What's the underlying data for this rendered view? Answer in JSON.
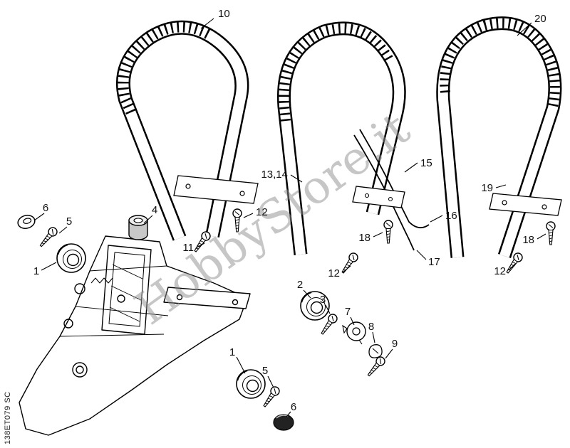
{
  "figure": {
    "watermark": "HobbyStore.it",
    "part_code": "138ET079 SC"
  },
  "callouts": [
    {
      "label": "10"
    },
    {
      "label": "13,14"
    },
    {
      "label": "12"
    },
    {
      "label": "11"
    },
    {
      "label": "6"
    },
    {
      "label": "5"
    },
    {
      "label": "4"
    },
    {
      "label": "1"
    },
    {
      "label": "15"
    },
    {
      "label": "16"
    },
    {
      "label": "17"
    },
    {
      "label": "19"
    },
    {
      "label": "18"
    },
    {
      "label": "12"
    },
    {
      "label": "20"
    },
    {
      "label": "18"
    },
    {
      "label": "12"
    },
    {
      "label": "2"
    },
    {
      "label": "3"
    },
    {
      "label": "7"
    },
    {
      "label": "8"
    },
    {
      "label": "9"
    },
    {
      "label": "1"
    },
    {
      "label": "5"
    },
    {
      "label": "6"
    }
  ]
}
